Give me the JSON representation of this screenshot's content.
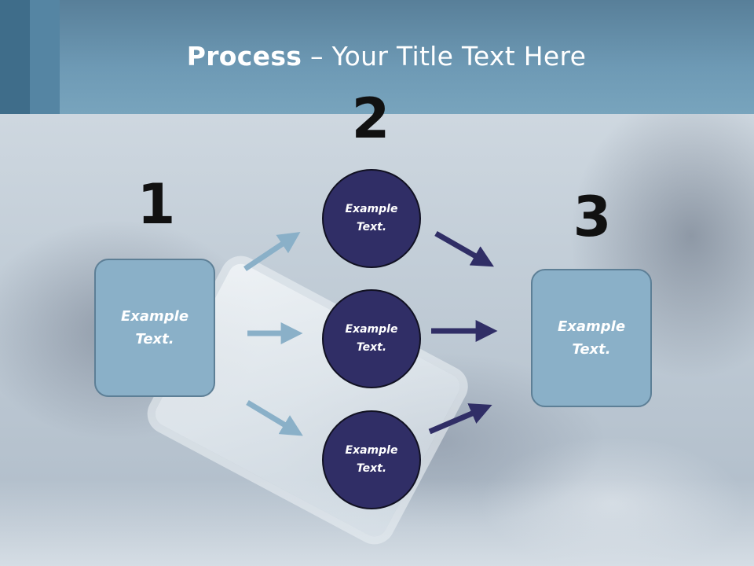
{
  "title": {
    "bold": "Process",
    "rest": " – Your Title Text Here"
  },
  "steps": {
    "one": {
      "number": "1",
      "text": "Example\nText."
    },
    "two": {
      "number": "2",
      "circles": [
        "Example\nText.",
        "Example\nText.",
        "Example\nText."
      ]
    },
    "three": {
      "number": "3",
      "text": "Example\nText."
    }
  },
  "colors": {
    "header": "#6e9ab5",
    "box_fill": "#8ab0c8",
    "circle_fill": "#302e66",
    "arrow_light": "#8ab0c8",
    "arrow_dark": "#302e66"
  }
}
